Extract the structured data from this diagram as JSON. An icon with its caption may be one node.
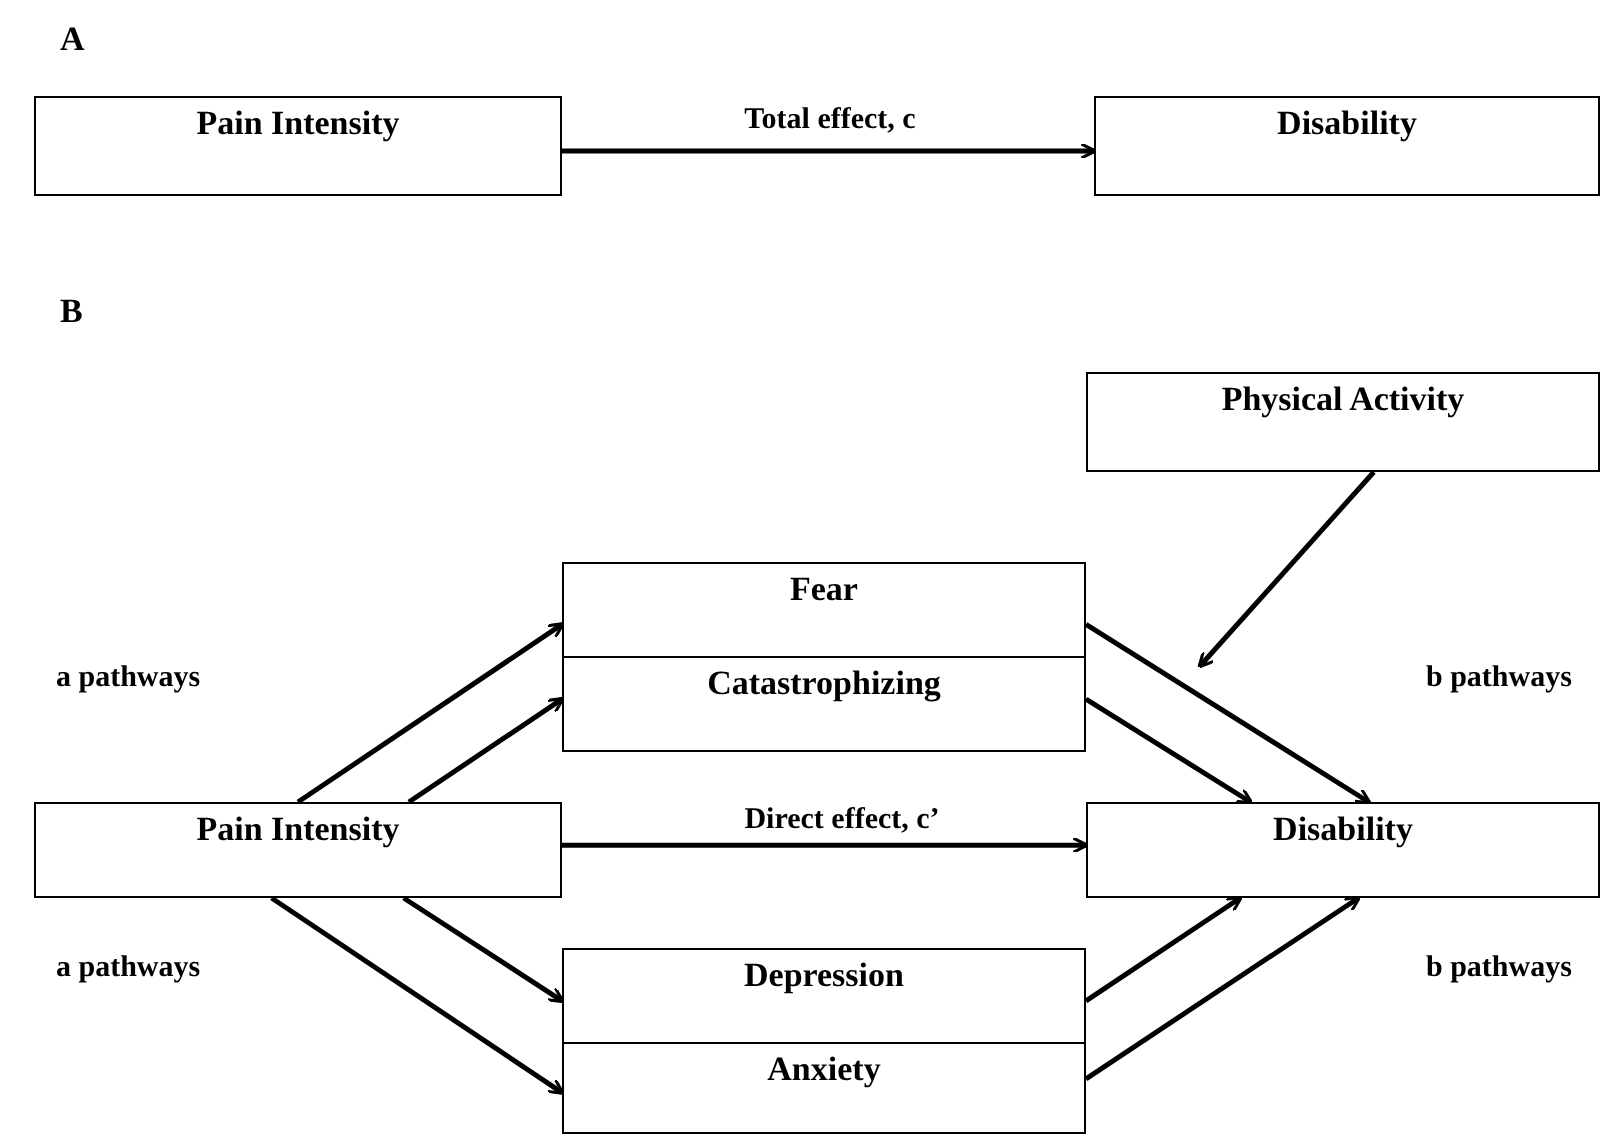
{
  "diagram": {
    "nodes": [
      {
        "text": [
          "Pain Intensity"
        ]
      },
      {
        "text": [
          "Disability"
        ]
      },
      {
        "text": [
          "Physical Activity"
        ]
      },
      {
        "text": [
          "Fear"
        ]
      },
      {
        "text": [
          "Catastrophizing"
        ]
      },
      {
        "text": [
          "Pain Intensity"
        ]
      },
      {
        "text": [
          "Disability"
        ]
      },
      {
        "text": [
          "Depression"
        ]
      },
      {
        "text": [
          "Anxiety"
        ]
      }
    ],
    "edges": [
      {
        "from": 0,
        "to": 1,
        "arrow": "to",
        "label": "Total effect, c"
      },
      {
        "from": 2,
        "to": null,
        "arrow": "to"
      },
      {
        "from": 5,
        "to": 3,
        "arrow": "to"
      },
      {
        "from": 5,
        "to": 4,
        "arrow": "to"
      },
      {
        "from": 3,
        "to": 6,
        "arrow": "to"
      },
      {
        "from": 4,
        "to": 6,
        "arrow": "to"
      },
      {
        "from": 5,
        "to": 6,
        "arrow": "to",
        "label": "Direct effect, c’"
      },
      {
        "from": 5,
        "to": 7,
        "arrow": "to"
      },
      {
        "from": 5,
        "to": 8,
        "arrow": "to"
      },
      {
        "from": 7,
        "to": 6,
        "arrow": "to"
      },
      {
        "from": 8,
        "to": 6,
        "arrow": "to"
      }
    ],
    "labels": [
      "A",
      "B",
      "a pathways",
      "b pathways",
      "a pathways",
      "b pathways"
    ]
  }
}
